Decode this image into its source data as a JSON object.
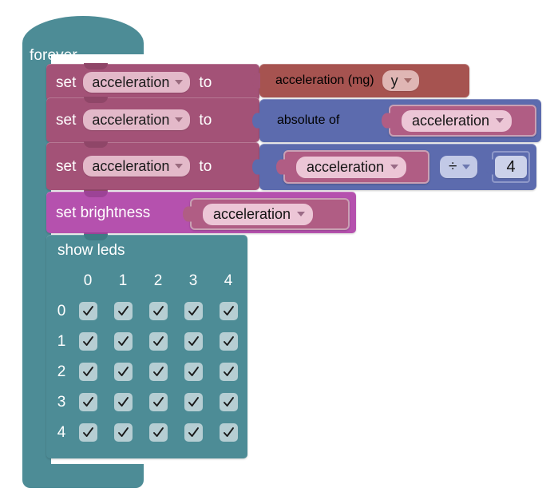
{
  "editor": {
    "kind": "block-programming-workspace",
    "background": "#ffffff"
  },
  "palette": {
    "loop_teal": "#4d8c96",
    "variable_mauve": "#a35277",
    "led_purple": "#b551ae",
    "input_red": "#a65350",
    "math_blue": "#5c6bae",
    "field_pink": "#e3b9c9",
    "field_blue": "#c2c9e6",
    "checkbox_fill": "#b6ced3",
    "text_light": "#ffffff",
    "text_dark": "#141414"
  },
  "program": {
    "root": {
      "name": "forever",
      "label": "forever"
    },
    "statements": [
      {
        "id": "set-1",
        "keyword": "set",
        "variable": "acceleration",
        "to_label": "to",
        "value_block": {
          "kind": "input-reporter",
          "label": "acceleration (mg)",
          "dropdown": "y"
        }
      },
      {
        "id": "set-2",
        "keyword": "set",
        "variable": "acceleration",
        "to_label": "to",
        "value_block": {
          "kind": "math-reporter",
          "label": "absolute of",
          "argument_variable": "acceleration"
        }
      },
      {
        "id": "set-3",
        "keyword": "set",
        "variable": "acceleration",
        "to_label": "to",
        "value_block": {
          "kind": "math-operator",
          "left_variable": "acceleration",
          "operator": "÷",
          "right_number": "4"
        }
      },
      {
        "id": "set-brightness",
        "keyword": "set brightness",
        "argument_variable": "acceleration"
      },
      {
        "id": "show-leds",
        "label": "show leds",
        "grid": {
          "col_headers": [
            "0",
            "1",
            "2",
            "3",
            "4"
          ],
          "row_headers": [
            "0",
            "1",
            "2",
            "3",
            "4"
          ],
          "checked": [
            [
              true,
              true,
              true,
              true,
              true
            ],
            [
              true,
              true,
              true,
              true,
              true
            ],
            [
              true,
              true,
              true,
              true,
              true
            ],
            [
              true,
              true,
              true,
              true,
              true
            ],
            [
              true,
              true,
              true,
              true,
              true
            ]
          ]
        }
      }
    ]
  }
}
